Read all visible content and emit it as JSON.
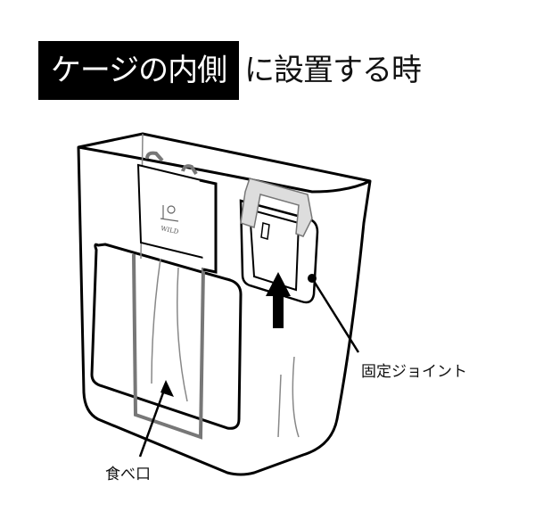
{
  "title": {
    "highlight": "ケージの内側",
    "rest": "に設置する時"
  },
  "labels": {
    "joint": "固定ジョイント",
    "feeding_port": "食べ口"
  },
  "logo_text": "WILD"
}
